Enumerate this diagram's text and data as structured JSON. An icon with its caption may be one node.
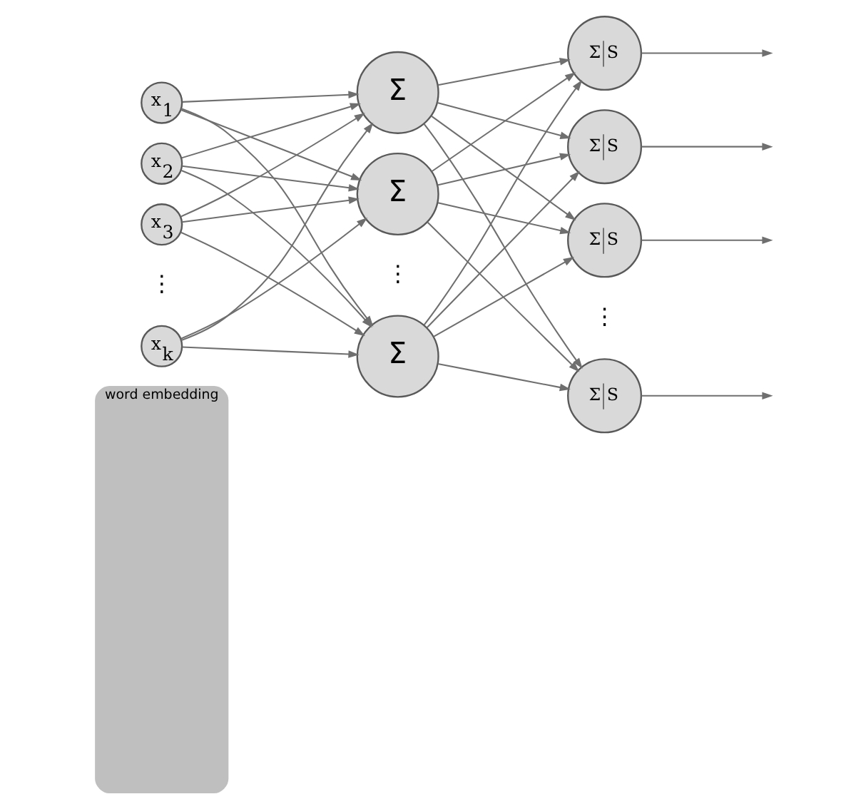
{
  "diagram": {
    "nodes": [
      {
        "text": [
          "word embedding"
        ]
      },
      {
        "text": [
          "x$_{1}$"
        ]
      },
      {
        "text": [
          "x$_{2}$"
        ]
      },
      {
        "text": [
          "x$_{3}$"
        ]
      },
      {
        "text": [
          "x$_{k}$"
        ]
      },
      {
        "text": [
          "Σ"
        ]
      },
      {
        "text": [
          "Σ"
        ]
      },
      {
        "text": [
          "Σ"
        ]
      },
      {
        "text": [
          "Σ",
          "S"
        ]
      },
      {
        "text": [
          "Σ",
          "S"
        ]
      },
      {
        "text": [
          "Σ",
          "S"
        ]
      },
      {
        "text": [
          "Σ",
          "S"
        ]
      }
    ],
    "edges": [
      {
        "from": 1,
        "to": 5,
        "arrow": "to"
      },
      {
        "from": 1,
        "to": 6,
        "arrow": "to"
      },
      {
        "from": 1,
        "to": 7,
        "arrow": "to"
      },
      {
        "from": 2,
        "to": 5,
        "arrow": "to"
      },
      {
        "from": 2,
        "to": 6,
        "arrow": "to"
      },
      {
        "from": 2,
        "to": 7,
        "arrow": "to"
      },
      {
        "from": 3,
        "to": 5,
        "arrow": "to"
      },
      {
        "from": 3,
        "to": 6,
        "arrow": "to"
      },
      {
        "from": 3,
        "to": 7,
        "arrow": "to"
      },
      {
        "from": 4,
        "to": 5,
        "arrow": "to"
      },
      {
        "from": 4,
        "to": 6,
        "arrow": "to"
      },
      {
        "from": 4,
        "to": 7,
        "arrow": "to"
      },
      {
        "from": 5,
        "to": 8,
        "arrow": "to"
      },
      {
        "from": 5,
        "to": 9,
        "arrow": "to"
      },
      {
        "from": 5,
        "to": 10,
        "arrow": "to"
      },
      {
        "from": 5,
        "to": 11,
        "arrow": "to"
      },
      {
        "from": 6,
        "to": 8,
        "arrow": "to"
      },
      {
        "from": 6,
        "to": 9,
        "arrow": "to"
      },
      {
        "from": 6,
        "to": 10,
        "arrow": "to"
      },
      {
        "from": 6,
        "to": 11,
        "arrow": "to"
      },
      {
        "from": 7,
        "to": 8,
        "arrow": "to"
      },
      {
        "from": 7,
        "to": 9,
        "arrow": "to"
      },
      {
        "from": 7,
        "to": 10,
        "arrow": "to"
      },
      {
        "from": 7,
        "to": 11,
        "arrow": "to"
      },
      {
        "from": 8,
        "to": null,
        "arrow": "to"
      },
      {
        "from": 9,
        "to": null,
        "arrow": "to"
      },
      {
        "from": 10,
        "to": null,
        "arrow": "to"
      },
      {
        "from": 11,
        "to": null,
        "arrow": "to"
      }
    ],
    "labels": [
      "⋮",
      "⋮",
      "⋮"
    ]
  }
}
